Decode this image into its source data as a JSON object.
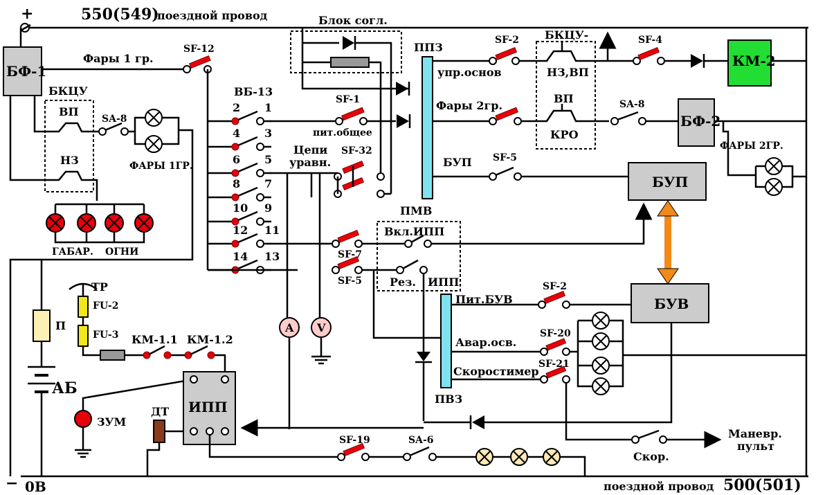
{
  "rail_top": {
    "plus": "+",
    "label_num": "550(549)",
    "label_text": "поездной провод"
  },
  "rail_bottom": {
    "minus": "−",
    "zero": "0В",
    "label_text": "поездной провод",
    "label_num": "500(501)"
  },
  "blocks": {
    "bf1": "БФ-1",
    "bf2": "БФ-2",
    "km2": "КМ-2",
    "bup": "БУП",
    "buv": "БУВ",
    "ipp": "ИПП",
    "ppz": "ППЗ",
    "pvz": "ПВЗ",
    "blok_sogl": "Блок согл.",
    "vb13": "ВБ-13"
  },
  "left": {
    "fary1": "Фары 1 гр.",
    "sf12": "SF-12",
    "bkcu": "БКЦУ",
    "vp": "ВП",
    "nz": "НЗ",
    "sa8": "SA-8",
    "fary1gr": "ФАРЫ 1ГР.",
    "gabar": "ГАБАР.",
    "ogni": "ОГНИ",
    "tr": "ТР",
    "fu2": "FU-2",
    "fu3": "FU-3",
    "p": "П",
    "ab": "АБ",
    "km11": "КМ-1.1",
    "km12": "КМ-1.2",
    "zum": "ЗУМ",
    "dt": "ДТ"
  },
  "vb_contacts": [
    "1",
    "2",
    "3",
    "4",
    "5",
    "6",
    "7",
    "8",
    "9",
    "10",
    "11",
    "12",
    "13",
    "14"
  ],
  "middle": {
    "sf1": "SF-1",
    "pit_obsh": "пит.общее",
    "sf32": "SF-32",
    "cepi": "Цепи",
    "uravn": "уравн.",
    "pmv": "ПМВ",
    "vkl_ipp": "Вкл.ИПП",
    "rez": "Рез.",
    "ipp_label": "ИПП",
    "sf7": "SF-7",
    "sf5b": "SF-5",
    "ammeter": "A",
    "voltmeter": "V"
  },
  "right": {
    "upr_osnov": "упр.основ",
    "sf2a": "SF-2",
    "bkcu2": "БКЦУ-",
    "nz_vp": "НЗ,ВП",
    "sf4": "SF-4",
    "fary2": "Фары 2гр.",
    "vp2": "ВП",
    "kro": "КРО",
    "sa8b": "SA-8",
    "fary2gr": "ФАРЫ 2ГР.",
    "bup_line": "БУП",
    "sf5": "SF-5",
    "pit_buv": "Пит.БУВ",
    "sf2b": "SF-2",
    "avar": "Авар.осв.",
    "sf20": "SF-20",
    "skorost": "Скоростимер",
    "sf21": "SF-21",
    "sf19": "SF-19",
    "sa6": "SA-6",
    "skor": "Скор.",
    "manevr": "Маневр.",
    "pult": "пульт"
  },
  "colors": {
    "breaker": "#e8000b",
    "lamp": "#e8000b",
    "km2": "#22dd33",
    "bus": "#7fe3ef",
    "fuse": "#f2e71a",
    "arrow": "#f08a18"
  }
}
